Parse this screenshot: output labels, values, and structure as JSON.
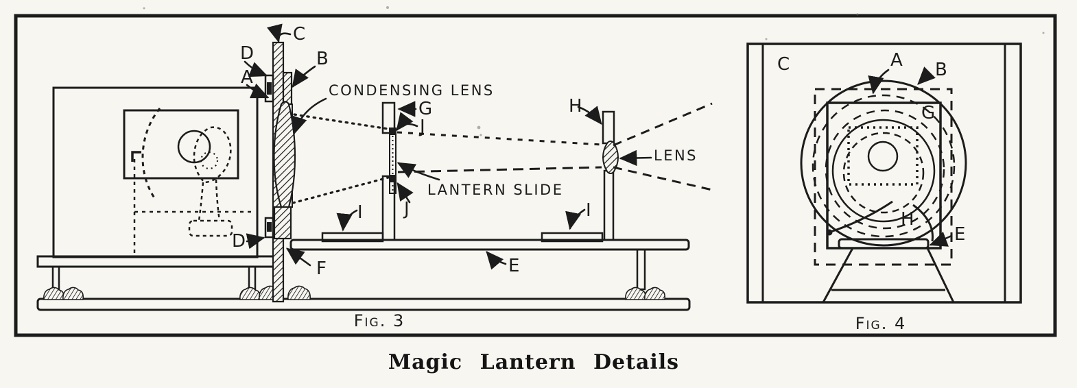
{
  "caption": {
    "text": "Magic Lantern Details"
  },
  "colors": {
    "ink": "#1c1c1c",
    "paper": "#f7f6f1"
  },
  "fig3": {
    "caption": "Fig. 3",
    "parts": {
      "a": "A",
      "b": "B",
      "c": "C",
      "d_top": "D",
      "d_bottom": "D",
      "e": "E",
      "f": "F",
      "g": "G",
      "h": "H",
      "i_left": "I",
      "i_right": "I",
      "j_top": "J",
      "j_bottom": "J"
    },
    "notes": {
      "condensing_lens": "CONDENSING LENS",
      "lantern_slide": "LANTERN SLIDE",
      "lens": "LENS"
    }
  },
  "fig4": {
    "caption": "Fig. 4",
    "parts": {
      "a": "A",
      "b": "B",
      "c": "C",
      "e": "E",
      "g": "G",
      "h": "H"
    }
  }
}
